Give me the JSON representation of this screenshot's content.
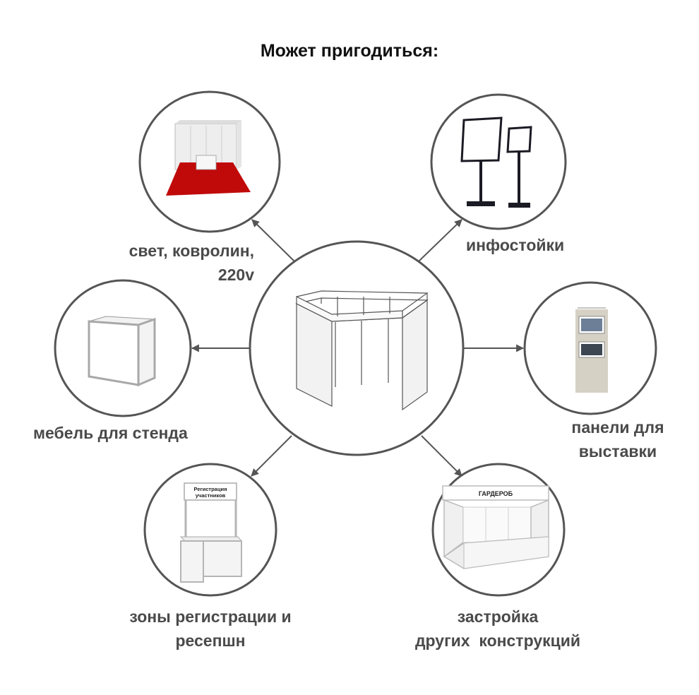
{
  "title": "Может пригодиться:",
  "colors": {
    "circle_stroke": "#555555",
    "arrow": "#555555",
    "label": "#4a4a4a",
    "carpet": "#c00a0a"
  },
  "center": {
    "icon": "exhibition-booth-icon"
  },
  "items": [
    {
      "id": "light",
      "icon": "booth-with-carpet-icon",
      "lines": [
        "свет, ковролин,",
        "220v"
      ]
    },
    {
      "id": "info",
      "icon": "info-stand-icon",
      "lines": [
        "инфостойки"
      ]
    },
    {
      "id": "furniture",
      "icon": "counter-furniture-icon",
      "lines": [
        "мебель для стенда"
      ]
    },
    {
      "id": "panels",
      "icon": "exhibition-panel-icon",
      "lines": [
        "панели для",
        "выставки"
      ]
    },
    {
      "id": "reception",
      "icon": "registration-desk-icon",
      "lines": [
        "зоны регистрации и",
        "ресепшн"
      ],
      "sign_lines": [
        "Регистрация",
        "участников"
      ]
    },
    {
      "id": "construction",
      "icon": "cloakroom-construction-icon",
      "lines": [
        "застройка",
        "других  конструкций"
      ],
      "sign": "ГАРДЕРОБ"
    }
  ]
}
